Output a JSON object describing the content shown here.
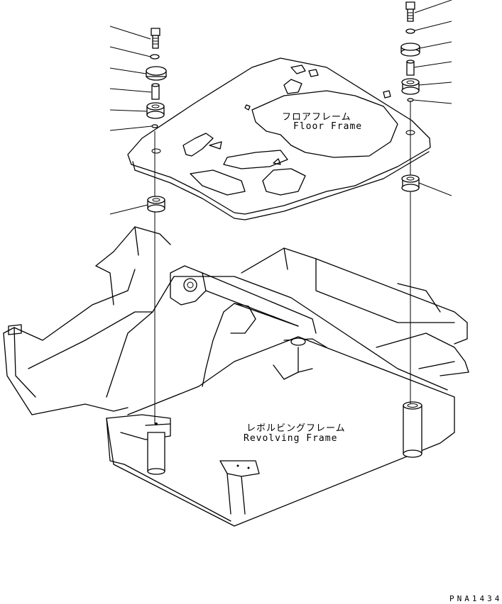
{
  "labels": {
    "floor_frame_jp": "フロアフレーム",
    "floor_frame_en": "Floor Frame",
    "revolving_frame_jp": "レボルビングフレーム",
    "revolving_frame_en": "Revolving Frame"
  },
  "drawing_code": "PNA1434"
}
